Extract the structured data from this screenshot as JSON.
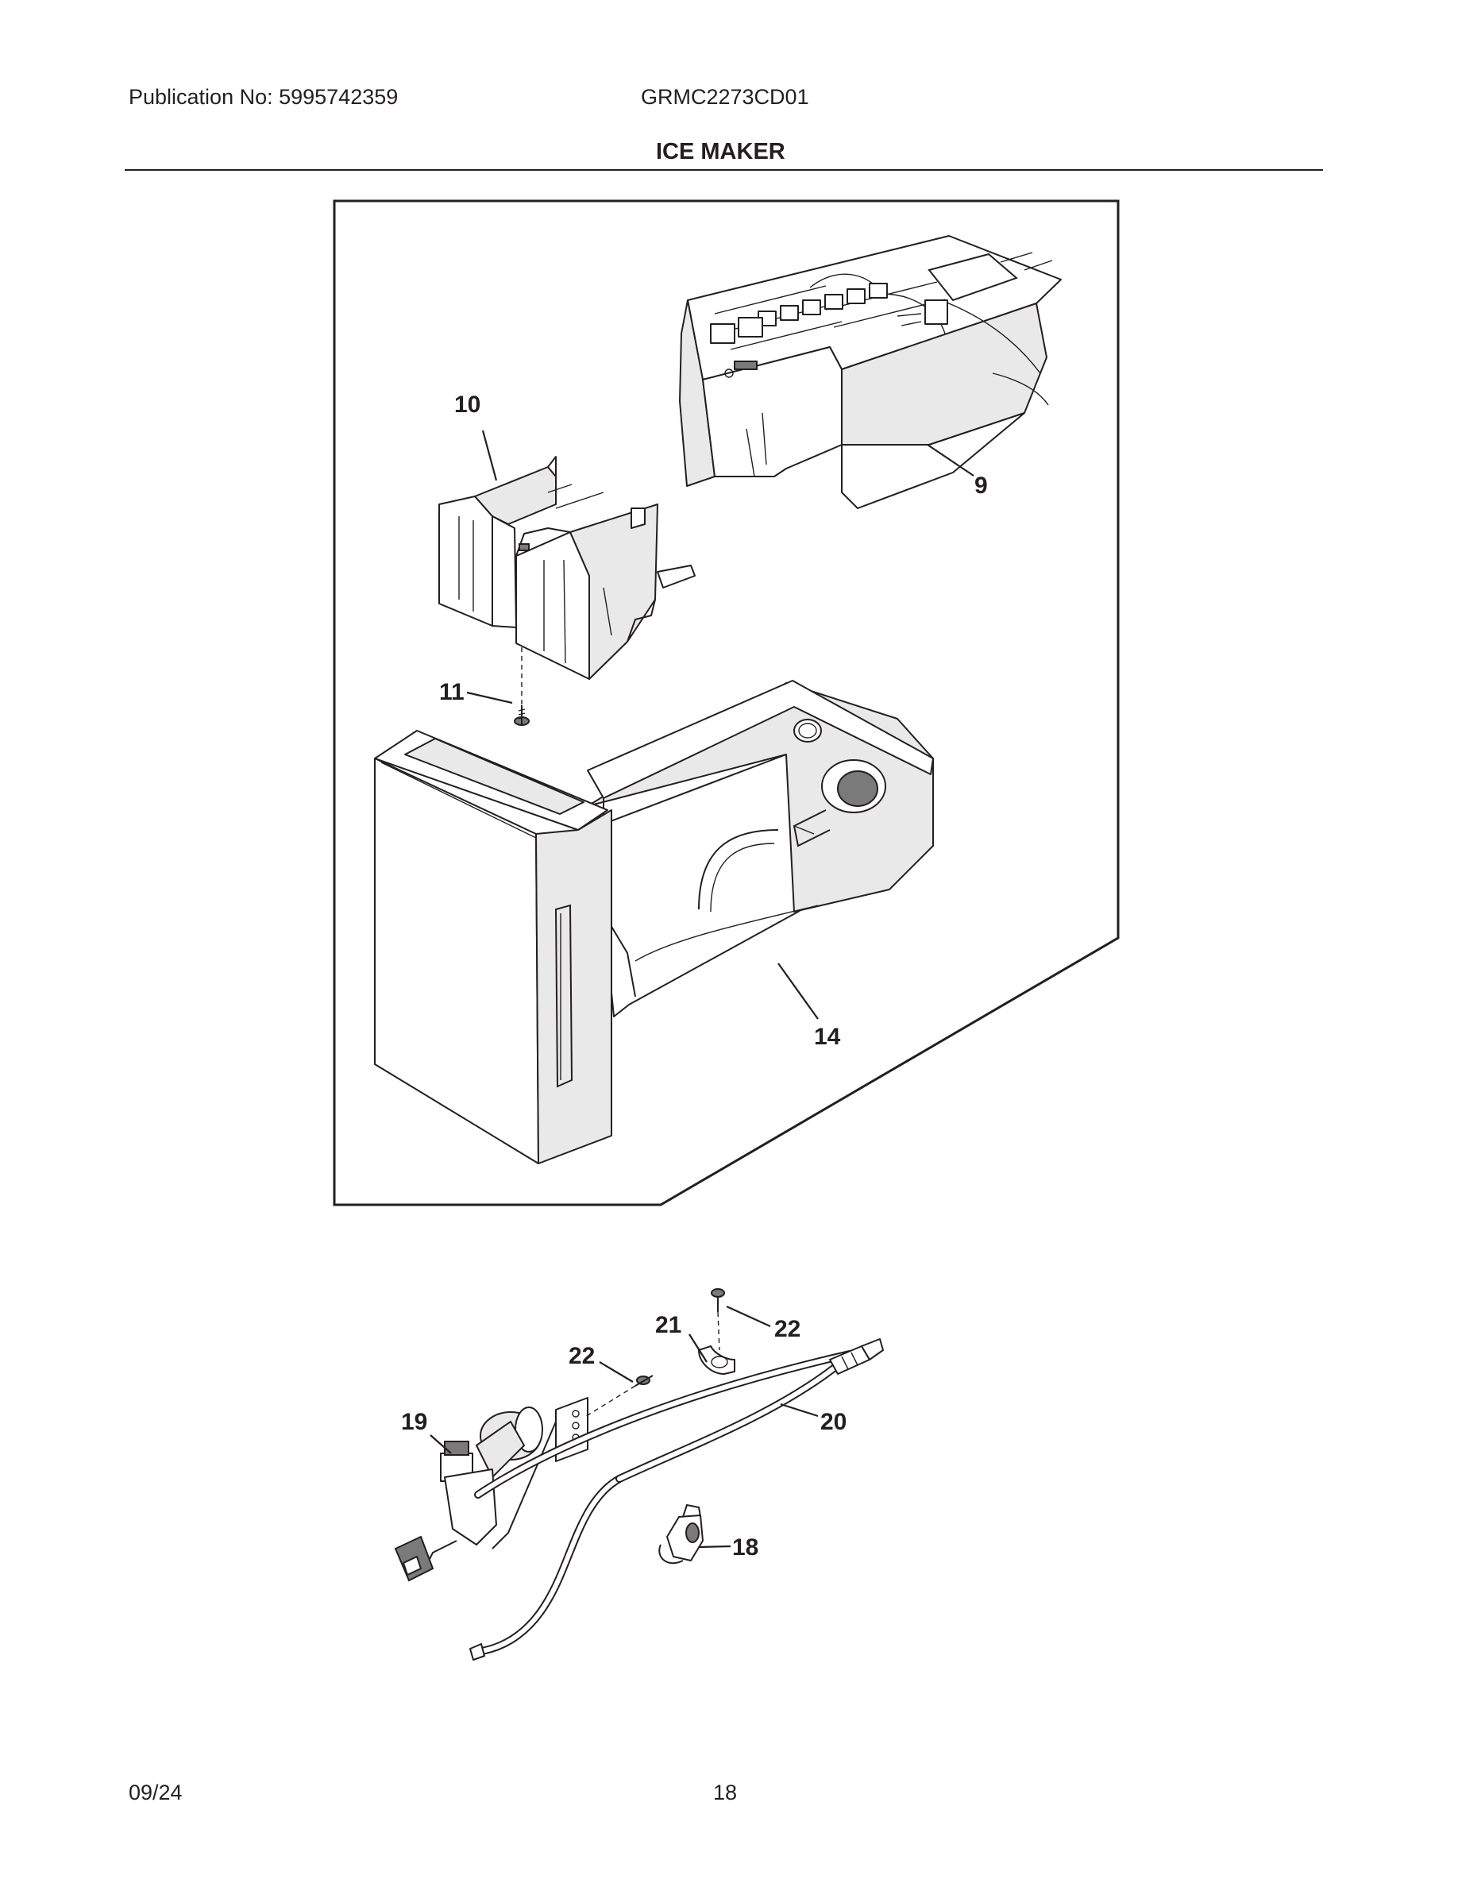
{
  "header": {
    "publication": "Publication No: 5995742359",
    "model": "GRMC2273CD01",
    "title": "ICE MAKER"
  },
  "callouts": {
    "c9": "9",
    "c10": "10",
    "c11": "11",
    "c14": "14",
    "c18": "18",
    "c19": "19",
    "c20": "20",
    "c21": "21",
    "c22a": "22",
    "c22b": "22"
  },
  "footer": {
    "date": "09/24",
    "page": "18"
  }
}
